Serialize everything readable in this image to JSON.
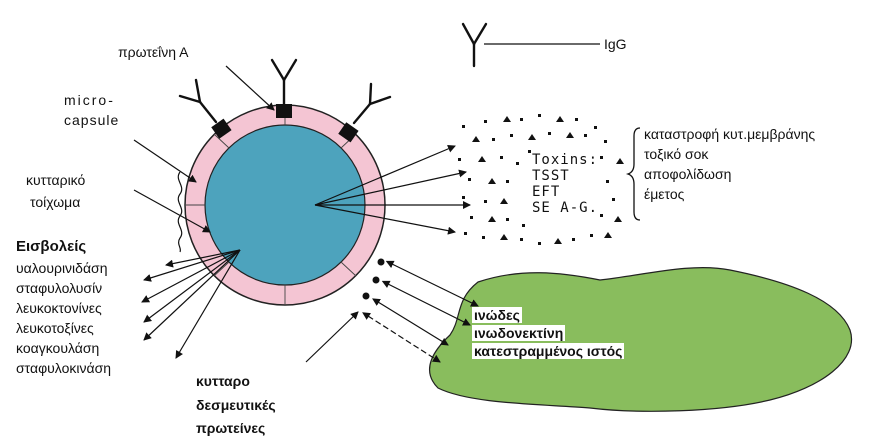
{
  "labels": {
    "protein_a": "πρωτεΐνη Α",
    "igg": "IgG",
    "microcapsule_line1": "micro-",
    "microcapsule_line2": "capsule",
    "cell_wall_line1": "κυτταρικό",
    "cell_wall_line2": "τοίχωμα",
    "invasins_title": "Εισβολείς",
    "binding_proteins_line1": "κυτταρο",
    "binding_proteins_line2": "δεσμευτικές",
    "binding_proteins_line3": "πρωτείνες"
  },
  "invasins": [
    "υαλουρινιδάση",
    "σταφυλολυσίν",
    "λευκοκτονίνες",
    "λευκοτοξίνες",
    "κοαγκουλάση",
    "σταφυλοκινάση"
  ],
  "toxins": {
    "title": "Toxins:",
    "items": [
      "TSST",
      "EFT",
      "SE A-G."
    ]
  },
  "toxin_effects": [
    "καταστροφή κυτ.μεμβράνης",
    "τοξικό σοκ",
    "απoφολίδωση",
    "έμετος"
  ],
  "tissue_damage": [
    "ινώδες",
    "ινωδονεκτίνη",
    "κατεστραμμένος ιστός"
  ],
  "colors": {
    "cytoplasm": "#4da3bd",
    "capsule": "#f4c5d3",
    "tissue": "#89bd5d",
    "ink": "#111111"
  }
}
